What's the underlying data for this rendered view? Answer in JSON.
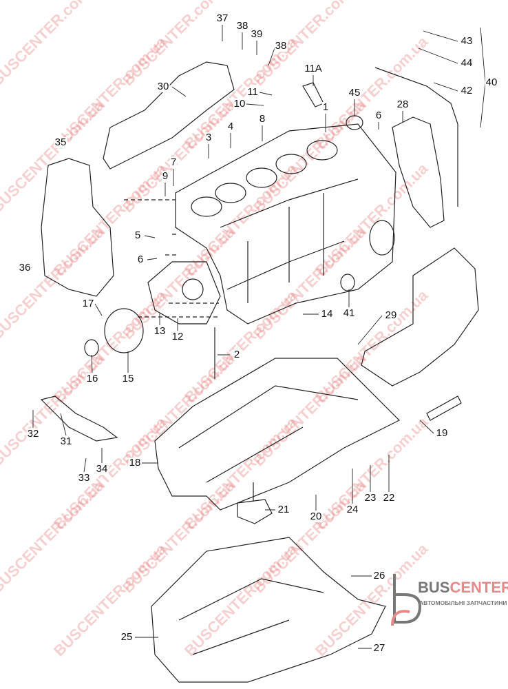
{
  "colors": {
    "line": "#222222",
    "watermark": "#e07878",
    "logo_gray": "#777777",
    "logo_red": "#e58a8a"
  },
  "watermark_text": "BUSCENTER.com.ua",
  "logo": {
    "brand_part1": "BUS",
    "brand_part2": "CENTER",
    "tagline": "АВТОМОБІЛЬНІ ЗАПЧАСТИНИ"
  },
  "labels": [
    {
      "id": "37"
    },
    {
      "id": "38"
    },
    {
      "id": "39"
    },
    {
      "id": "38"
    },
    {
      "id": "11A"
    },
    {
      "id": "45"
    },
    {
      "id": "43"
    },
    {
      "id": "44"
    },
    {
      "id": "42"
    },
    {
      "id": "40"
    },
    {
      "id": "30"
    },
    {
      "id": "11"
    },
    {
      "id": "10"
    },
    {
      "id": "1"
    },
    {
      "id": "28"
    },
    {
      "id": "6"
    },
    {
      "id": "8"
    },
    {
      "id": "4"
    },
    {
      "id": "3"
    },
    {
      "id": "35"
    },
    {
      "id": "7"
    },
    {
      "id": "9"
    },
    {
      "id": "5"
    },
    {
      "id": "6"
    },
    {
      "id": "36"
    },
    {
      "id": "17"
    },
    {
      "id": "14"
    },
    {
      "id": "41"
    },
    {
      "id": "29"
    },
    {
      "id": "13"
    },
    {
      "id": "12"
    },
    {
      "id": "16"
    },
    {
      "id": "15"
    },
    {
      "id": "2"
    },
    {
      "id": "19"
    },
    {
      "id": "32"
    },
    {
      "id": "31"
    },
    {
      "id": "33"
    },
    {
      "id": "34"
    },
    {
      "id": "18"
    },
    {
      "id": "24"
    },
    {
      "id": "23"
    },
    {
      "id": "22"
    },
    {
      "id": "21"
    },
    {
      "id": "20"
    },
    {
      "id": "26"
    },
    {
      "id": "25"
    },
    {
      "id": "27"
    }
  ]
}
